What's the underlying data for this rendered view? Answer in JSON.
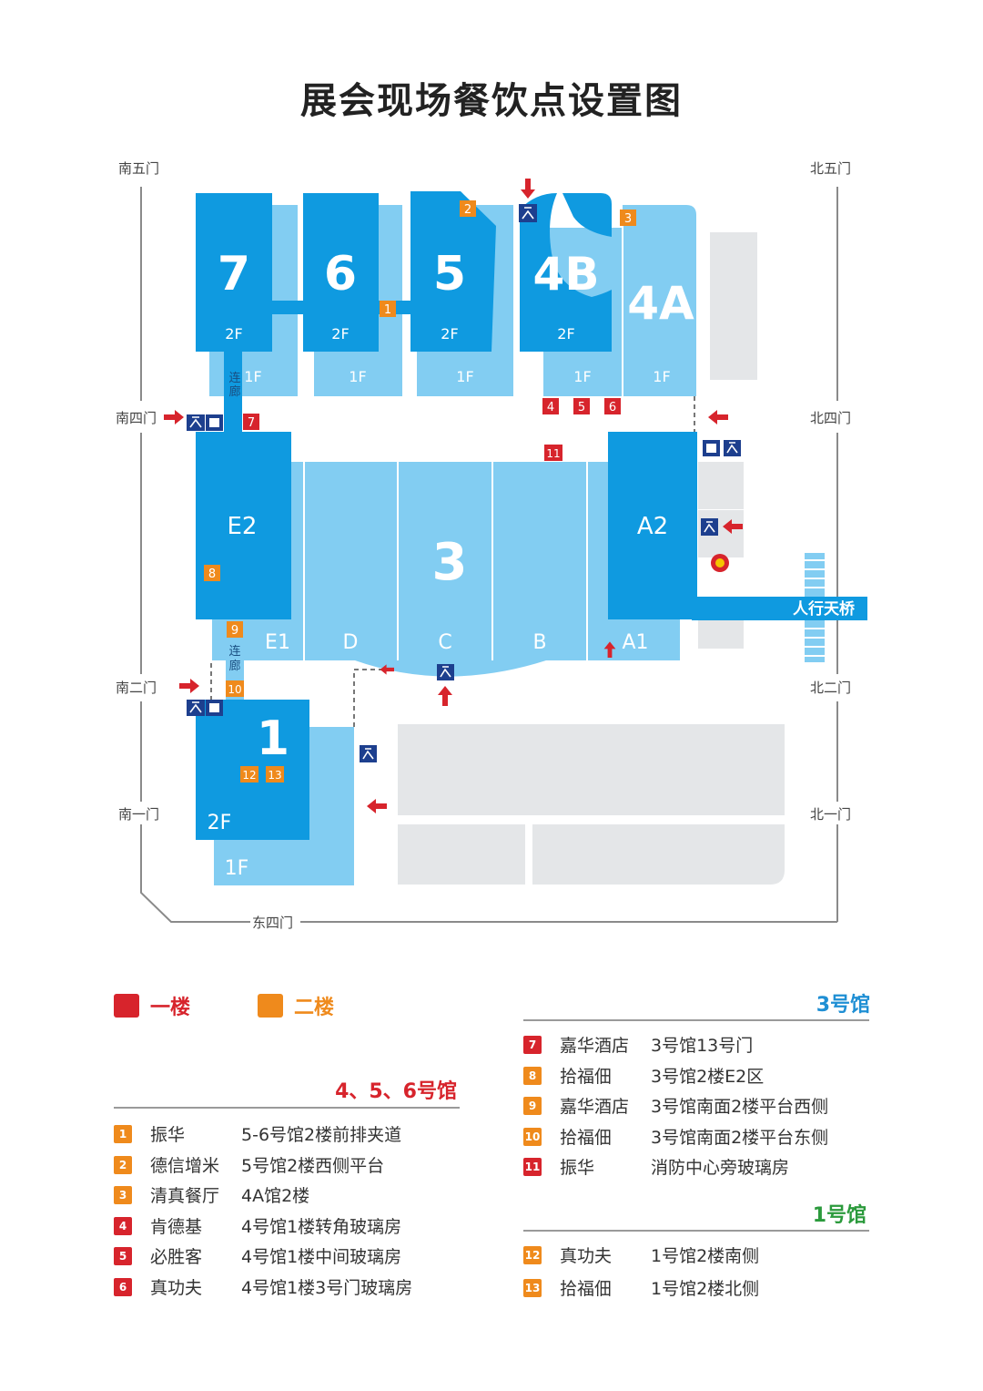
{
  "title": "展会现场餐饮点设置图",
  "colors": {
    "hall_dark": "#0f9ae0",
    "hall_light": "#82cdf2",
    "first_floor": "#d7242c",
    "second_floor": "#ef8a1c",
    "heading_blue": "#1f8fd4",
    "heading_red": "#d7242c",
    "heading_green": "#2b9a3c",
    "building_gray": "#e4e6e8",
    "facility_icon": "#1d3f8e"
  },
  "gates": {
    "south5": "南五门",
    "south4": "南四门",
    "south2": "南二门",
    "south1": "南一门",
    "north5": "北五门",
    "north4": "北四门",
    "north2": "北二门",
    "north1": "北一门",
    "east4": "东四门"
  },
  "halls": {
    "h7": "7",
    "h6": "6",
    "h5": "5",
    "h4b": "4B",
    "h4a": "4A",
    "e2": "E2",
    "a2": "A2",
    "h3": "3",
    "h1": "1",
    "e1": "E1",
    "d": "D",
    "c": "C",
    "b": "B",
    "a1": "A1",
    "f2": "2F",
    "f1": "1F"
  },
  "corridor_line1": "连",
  "corridor_line2": "廊",
  "bridge": "人行天桥",
  "map_icons": [
    "ticket-office-icon",
    "luggage-storage-icon",
    "police-station-icon",
    "entrance-arrow-icon"
  ],
  "legend": {
    "first_floor": "一楼",
    "second_floor": "二楼"
  },
  "sections": {
    "halls_456": {
      "heading": "4、5、6号馆",
      "items": [
        {
          "num": "1",
          "floor": "2F",
          "name": "振华",
          "location": "5-6号馆2楼前排夹道"
        },
        {
          "num": "2",
          "floor": "2F",
          "name": "德信增米",
          "location": "5号馆2楼西侧平台"
        },
        {
          "num": "3",
          "floor": "2F",
          "name": "清真餐厅",
          "location": "4A馆2楼"
        },
        {
          "num": "4",
          "floor": "1F",
          "name": "肯德基",
          "location": "4号馆1楼转角玻璃房"
        },
        {
          "num": "5",
          "floor": "1F",
          "name": "必胜客",
          "location": "4号馆1楼中间玻璃房"
        },
        {
          "num": "6",
          "floor": "1F",
          "name": "真功夫",
          "location": "4号馆1楼3号门玻璃房"
        }
      ]
    },
    "hall_3": {
      "heading": "3号馆",
      "items": [
        {
          "num": "7",
          "floor": "1F",
          "name": "嘉华酒店",
          "location": "3号馆13号门"
        },
        {
          "num": "8",
          "floor": "2F",
          "name": "拾福佃",
          "location": "3号馆2楼E2区"
        },
        {
          "num": "9",
          "floor": "2F",
          "name": "嘉华酒店",
          "location": "3号馆南面2楼平台西侧"
        },
        {
          "num": "10",
          "floor": "2F",
          "name": "拾福佃",
          "location": "3号馆南面2楼平台东侧"
        },
        {
          "num": "11",
          "floor": "1F",
          "name": "振华",
          "location": "消防中心旁玻璃房"
        }
      ]
    },
    "hall_1": {
      "heading": "1号馆",
      "items": [
        {
          "num": "12",
          "floor": "2F",
          "name": "真功夫",
          "location": "1号馆2楼南侧"
        },
        {
          "num": "13",
          "floor": "2F",
          "name": "拾福佃",
          "location": "1号馆2楼北侧"
        }
      ]
    }
  }
}
